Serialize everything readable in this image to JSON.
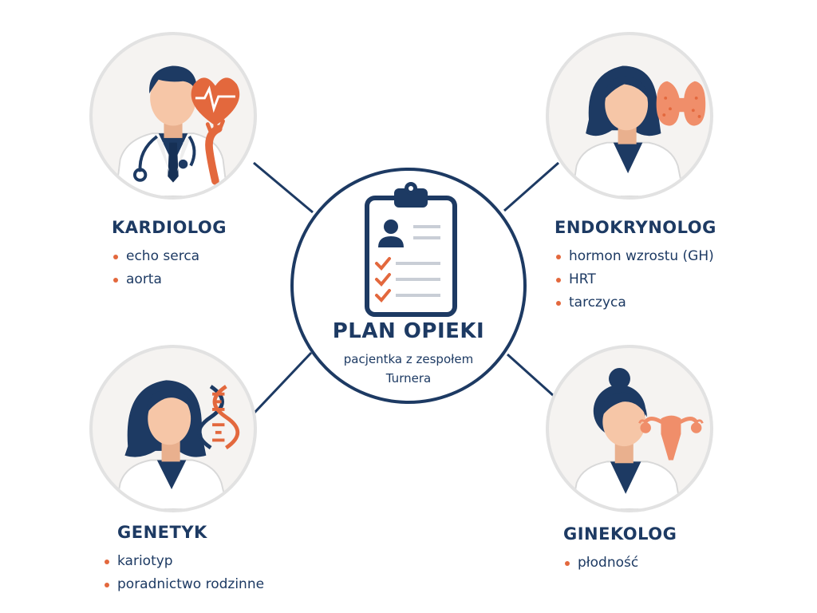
{
  "hub": {
    "title": "PLAN OPIEKI",
    "subtitle_line1": "pacjentka z zespołem",
    "subtitle_line2": "Turnera"
  },
  "specialists": {
    "cardiologist": {
      "title": "KARDIOLOG",
      "items": [
        "echo serca",
        "aorta"
      ],
      "icons": [
        "doctor-avatar",
        "heart-ecg-icon",
        "aorta-icon"
      ]
    },
    "endocrinologist": {
      "title": "ENDOKRYNOLOG",
      "items": [
        "hormon wzrostu (GH)",
        "HRT",
        "tarczyca"
      ],
      "icons": [
        "doctor-avatar",
        "thyroid-icon"
      ]
    },
    "geneticist": {
      "title": "GENETYK",
      "items": [
        "kariotyp",
        "poradnictwo rodzinne"
      ],
      "icons": [
        "doctor-avatar",
        "dna-icon"
      ]
    },
    "gynecologist": {
      "title": "GINEKOLOG",
      "items": [
        "płodność"
      ],
      "icons": [
        "doctor-avatar",
        "uterus-icon"
      ]
    }
  },
  "colors": {
    "navy": "#1d3a63",
    "accent": "#e3683d",
    "skin": "#f6c6a7",
    "avatar_bg": "#f5f3f1",
    "ring": "#e2e2e2"
  }
}
